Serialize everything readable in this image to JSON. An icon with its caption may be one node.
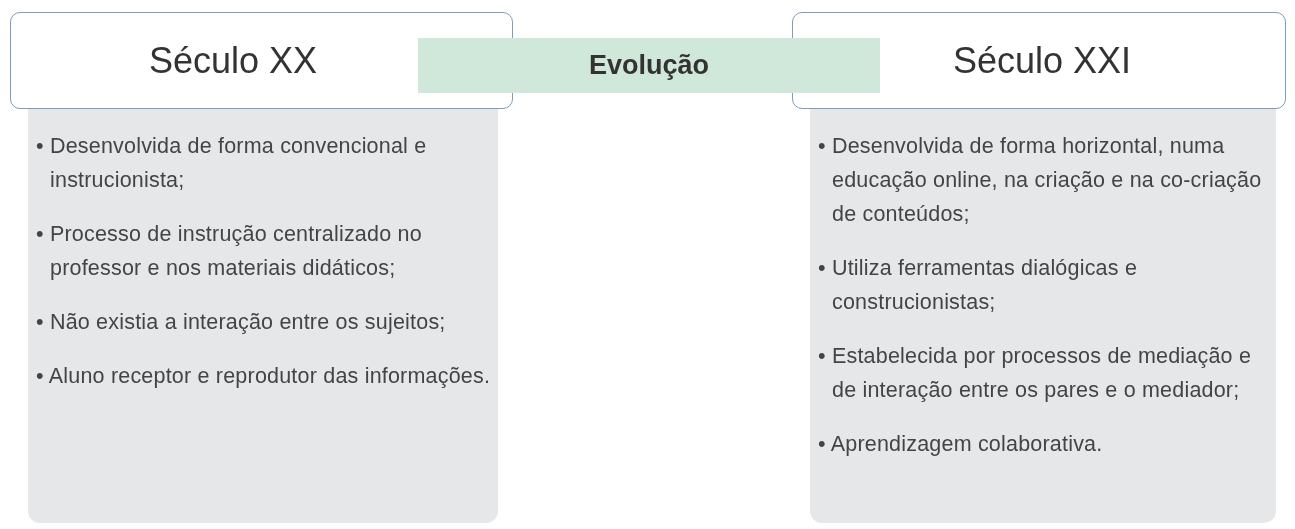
{
  "diagram": {
    "nodes": [
      {
        "text": [
          "Século XX"
        ]
      },
      {
        "text": [
          "• Desenvolvida de forma convencional e instrucionista;",
          "• Processo de instrução centralizado no professor e nos materiais didáticos;",
          "• Não existia a interação entre os sujeitos;",
          "• Aluno receptor e reprodutor das informações."
        ]
      },
      {
        "text": [
          "Evolução"
        ]
      },
      {
        "text": [
          "Século XXI"
        ]
      },
      {
        "text": [
          "• Desenvolvida de forma horizontal, numa educação online, na criação e na co-criação de conteúdos;",
          "• Utiliza ferramentas dialógicas e construcionistas;",
          "• Estabelecida por processos de mediação e de interação entre os pares e o mediador;",
          "• Aprendizagem colaborativa."
        ]
      }
    ],
    "edges": []
  }
}
